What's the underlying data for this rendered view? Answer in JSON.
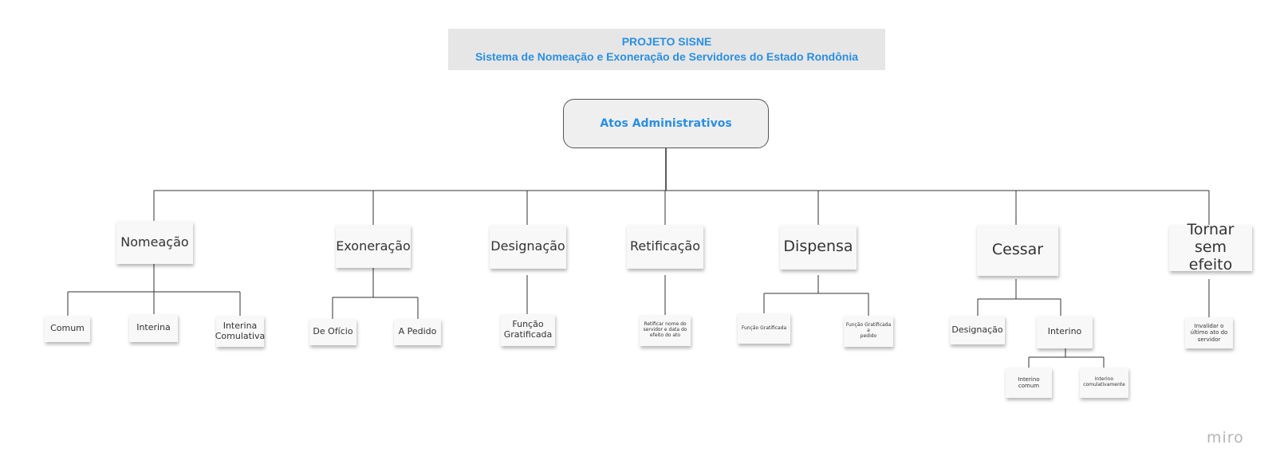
{
  "header": {
    "title": "PROJETO SISNE",
    "subtitle": "Sistema de Nomeação e Exoneração de Servidores do Estado Rondônia"
  },
  "root": {
    "label": "Atos Administrativos"
  },
  "categories": [
    {
      "label": "Nomeação",
      "children": [
        "Comum",
        "Interina",
        "Interina\nComulativa"
      ]
    },
    {
      "label": "Exoneração",
      "children": [
        "De Ofício",
        "A Pedido"
      ]
    },
    {
      "label": "Designação",
      "children": [
        "Função\nGratificada"
      ]
    },
    {
      "label": "Retificação",
      "children": [
        "Retificar nome do\nservidor e data do\nefeito do ato"
      ]
    },
    {
      "label": "Dispensa",
      "children": [
        "Função Gratificada",
        "Função Gratificada a\npedido"
      ]
    },
    {
      "label": "Cessar",
      "children": [
        "Designação",
        "Interino"
      ],
      "grandchildren": [
        "Interino\ncomum",
        "Interino\ncomulativamente"
      ]
    },
    {
      "label": "Tornar\nsem efeito",
      "children": [
        "Invalidar o\núltimo ato do\nservidor"
      ]
    }
  ],
  "watermark": "miro"
}
